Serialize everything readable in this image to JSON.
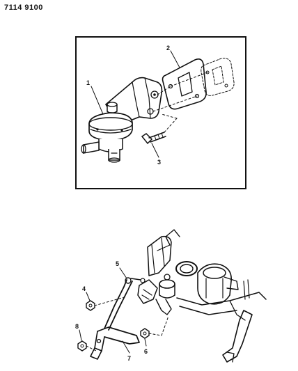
{
  "header": {
    "catalog_number": "7114 9100"
  },
  "top_view": {
    "callouts": {
      "fuel_pump": "1",
      "gasket": "2",
      "bolt": "3"
    }
  },
  "bottom_view": {
    "callouts": {
      "nut_upper": "4",
      "link_rod": "5",
      "nut_lower": "6",
      "lever": "7",
      "nut_bottom": "8"
    }
  }
}
